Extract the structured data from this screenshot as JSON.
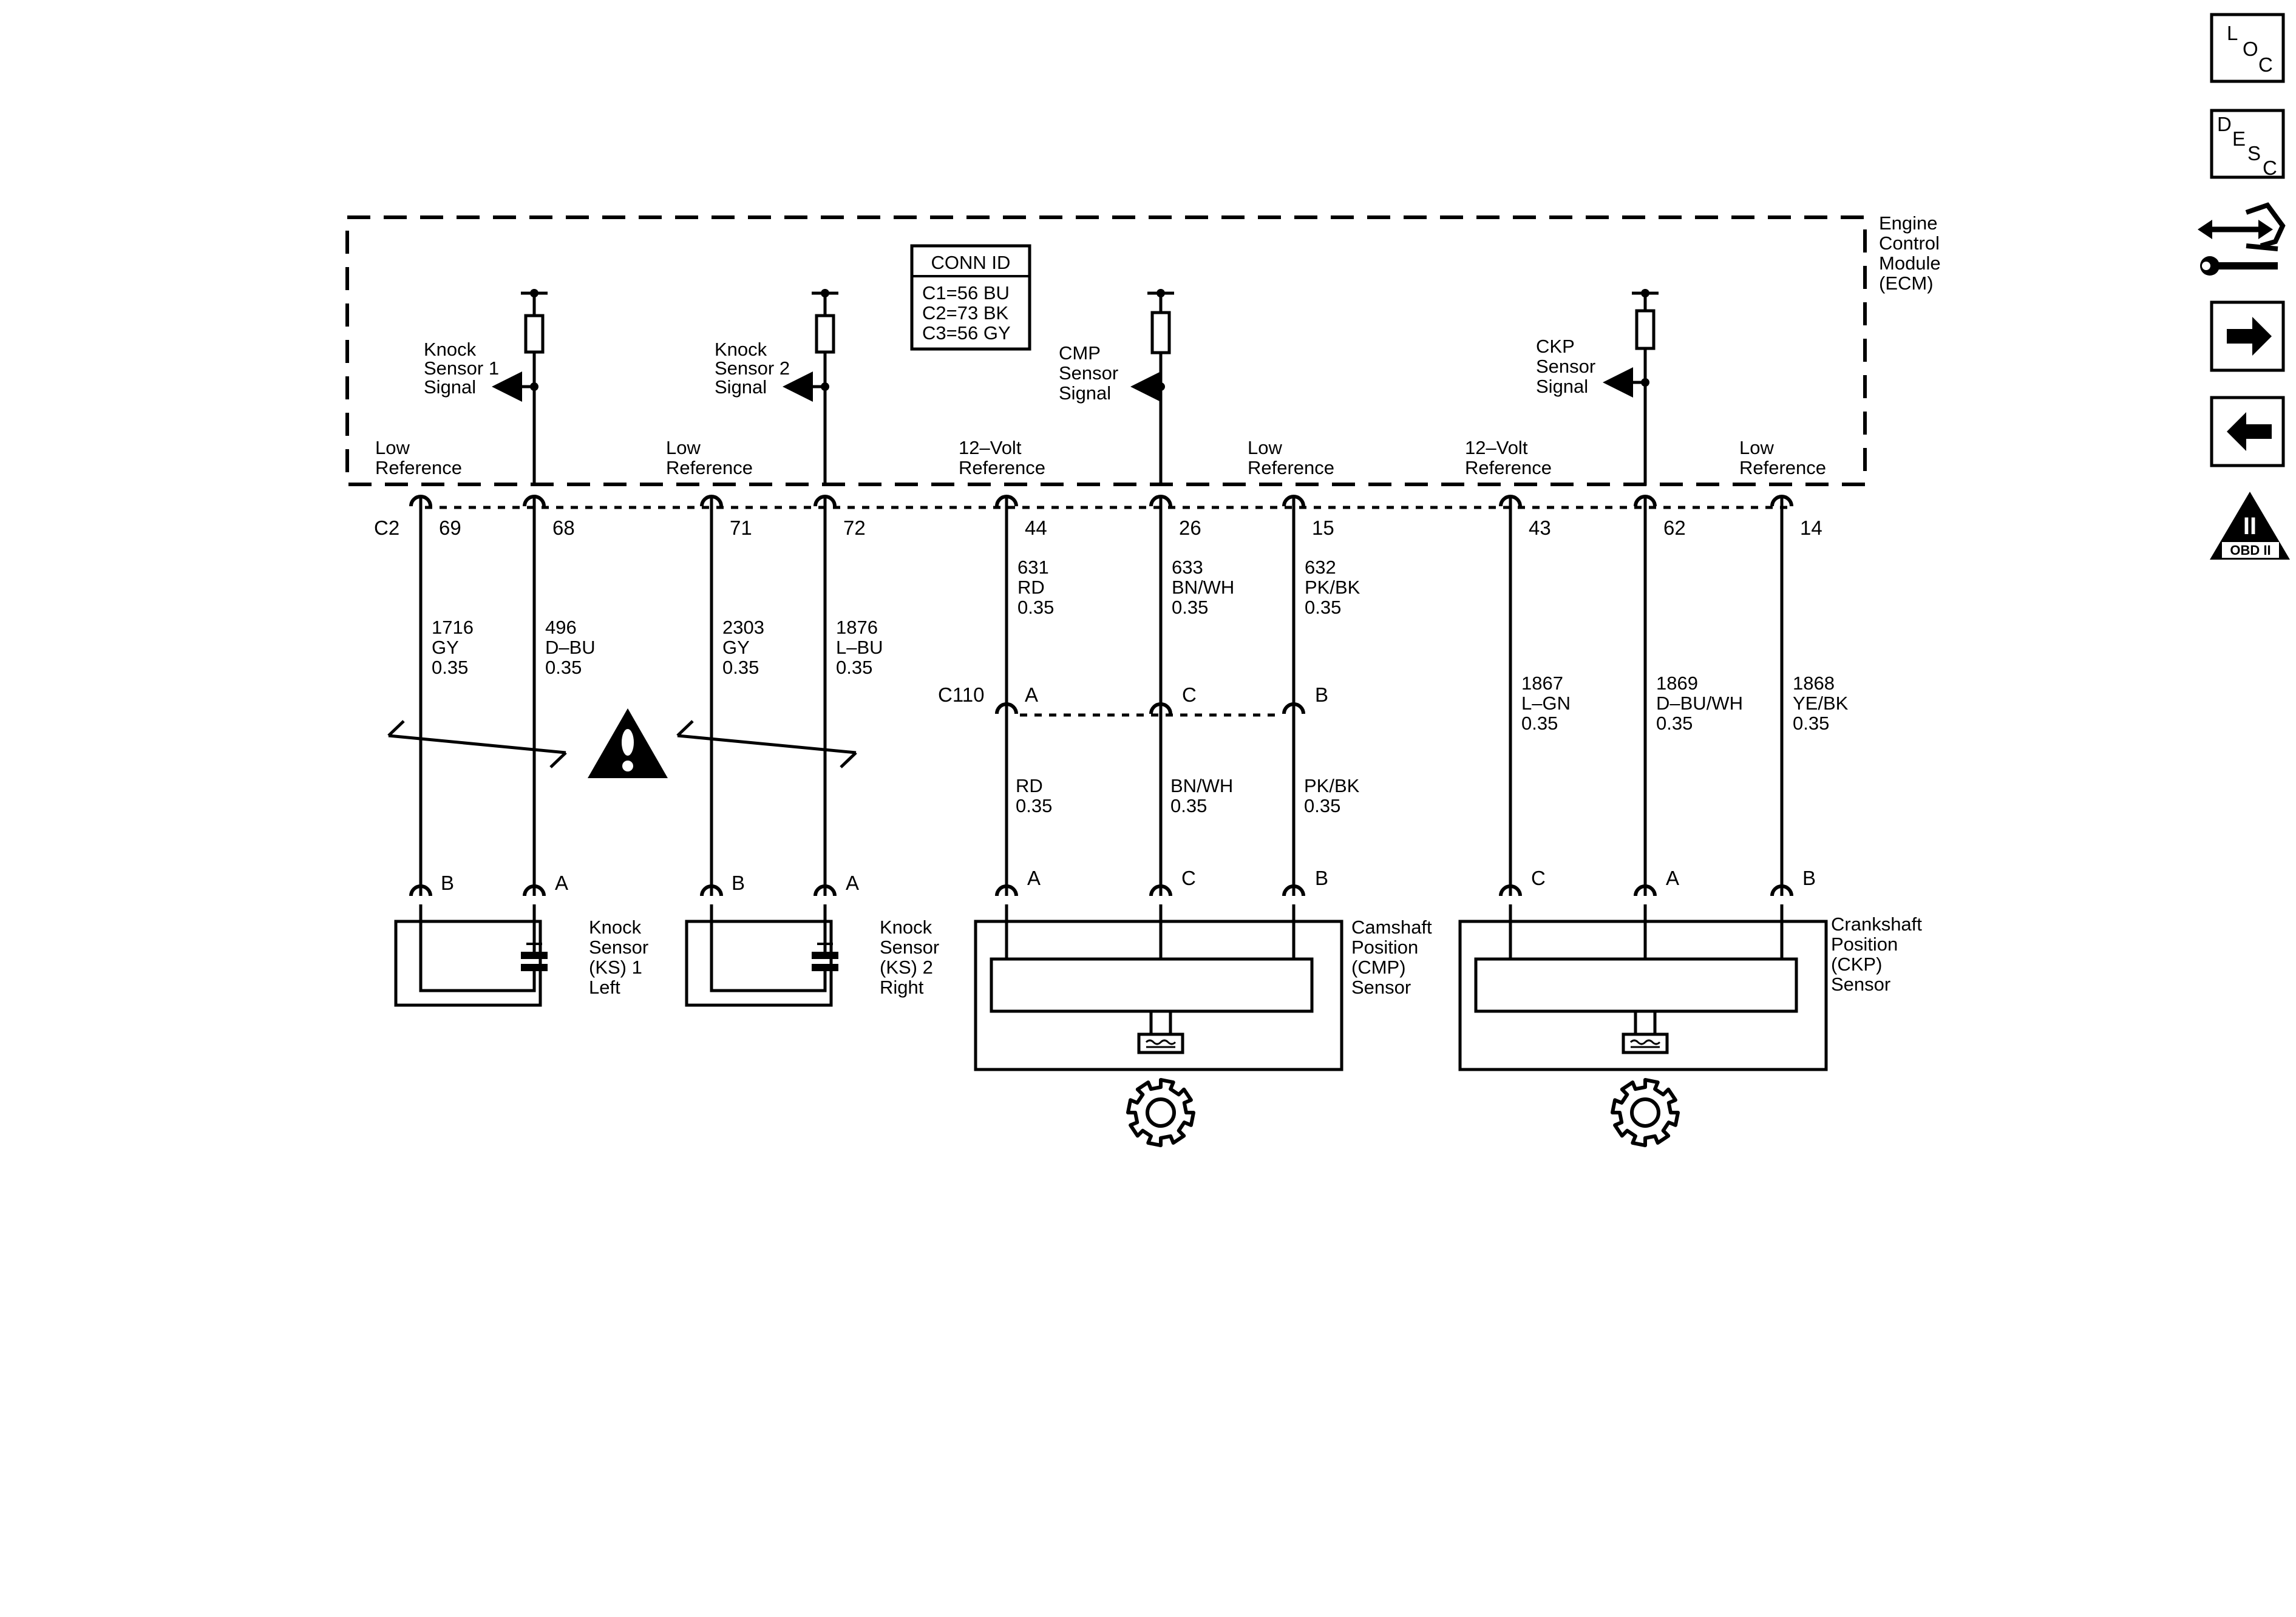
{
  "ecm": {
    "name_lines": [
      "Engine",
      "Control",
      "Module",
      "(ECM)"
    ],
    "conn_id_title": "CONN ID",
    "conn_id_lines": [
      "C1=56 BU",
      "C2=73 BK",
      "C3=56 GY"
    ],
    "ks1_signal": [
      "Knock",
      "Sensor 1",
      "Signal"
    ],
    "ks2_signal": [
      "Knock",
      "Sensor 2",
      "Signal"
    ],
    "cmp_signal": [
      "CMP",
      "Sensor",
      "Signal"
    ],
    "ckp_signal": [
      "CKP",
      "Sensor",
      "Signal"
    ],
    "ref_labels": [
      [
        "Low",
        "Reference"
      ],
      [
        "Low",
        "Reference"
      ],
      [
        "12–Volt",
        "Reference"
      ],
      [
        "Low",
        "Reference"
      ],
      [
        "12–Volt",
        "Reference"
      ],
      [
        "Low",
        "Reference"
      ]
    ],
    "connector_id": "C2",
    "pins": [
      "69",
      "68",
      "71",
      "72",
      "44",
      "26",
      "15",
      "43",
      "62",
      "14"
    ]
  },
  "upper_wires": [
    [
      "1716",
      "GY",
      "0.35"
    ],
    [
      "496",
      "D–BU",
      "0.35"
    ],
    [
      "2303",
      "GY",
      "0.35"
    ],
    [
      "1876",
      "L–BU",
      "0.35"
    ],
    [
      "631",
      "RD",
      "0.35"
    ],
    [
      "633",
      "BN/WH",
      "0.35"
    ],
    [
      "632",
      "PK/BK",
      "0.35"
    ],
    [
      "1867",
      "L–GN",
      "0.35"
    ],
    [
      "1869",
      "D–BU/WH",
      "0.35"
    ],
    [
      "1868",
      "YE/BK",
      "0.35"
    ]
  ],
  "inline": {
    "id": "C110",
    "pins": [
      "A",
      "C",
      "B"
    ],
    "lower_wires": [
      [
        "RD",
        "0.35"
      ],
      [
        "BN/WH",
        "0.35"
      ],
      [
        "PK/BK",
        "0.35"
      ]
    ]
  },
  "sensors": {
    "ks1": {
      "lines": [
        "Knock",
        "Sensor",
        "(KS) 1",
        "Left"
      ],
      "pins": [
        "B",
        "A"
      ]
    },
    "ks2": {
      "lines": [
        "Knock",
        "Sensor",
        "(KS) 2",
        "Right"
      ],
      "pins": [
        "B",
        "A"
      ]
    },
    "cmp": {
      "lines": [
        "Camshaft",
        "Position",
        "(CMP)",
        "Sensor"
      ],
      "pins": [
        "A",
        "C",
        "B"
      ]
    },
    "ckp": {
      "lines": [
        "Crankshaft",
        "Position",
        "(CKP)",
        "Sensor"
      ],
      "pins": [
        "C",
        "A",
        "B"
      ]
    }
  },
  "nav": {
    "loc": [
      "L",
      "O",
      "C"
    ],
    "desc": [
      "D",
      "E",
      "S",
      "C"
    ],
    "obd": [
      "II",
      "OBD II"
    ]
  },
  "colors": {
    "ink": "#000000",
    "paper": "#ffffff"
  },
  "icons": [
    "warning-icon",
    "gear-icon",
    "resistor-icon",
    "connector-icon",
    "sensor-element-icon",
    "forward-arrow-icon",
    "back-arrow-icon",
    "service-tools-icon",
    "obd-ii-icon"
  ]
}
